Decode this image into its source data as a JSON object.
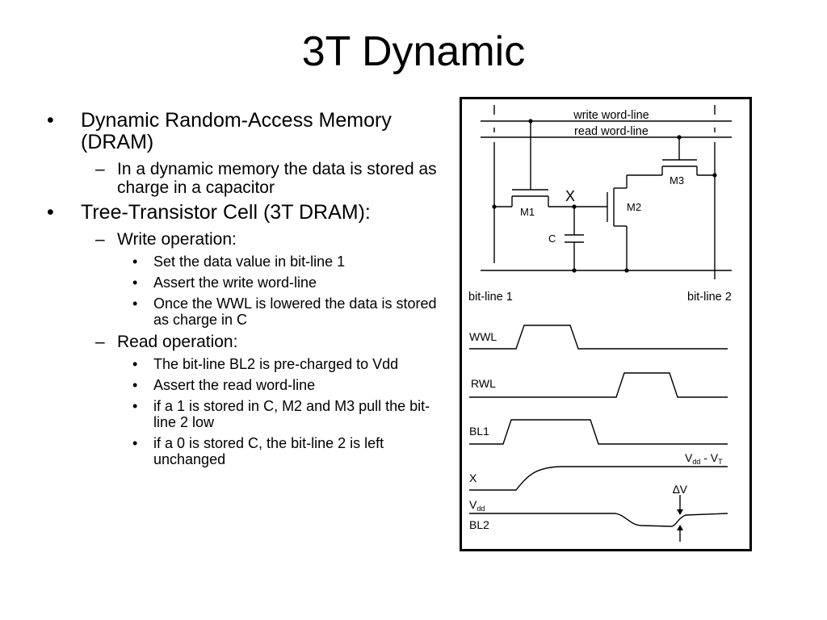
{
  "slide": {
    "title": "3T Dynamic",
    "bullet_glyph": "•",
    "dash_glyph": "–",
    "bullets": [
      {
        "level": 1,
        "text": "Dynamic Random-Access Memory (DRAM)"
      },
      {
        "level": 2,
        "text": "In a dynamic memory the data is stored as charge in a capacitor"
      },
      {
        "level": 1,
        "text": "Tree-Transistor Cell (3T DRAM):"
      },
      {
        "level": 2,
        "text": "Write operation:"
      },
      {
        "level": 3,
        "text": "Set the data value in bit-line 1"
      },
      {
        "level": 3,
        "text": "Assert the write word-line"
      },
      {
        "level": 3,
        "text": "Once the WWL is lowered the data is stored as charge in C"
      },
      {
        "level": 2,
        "text": "Read operation:"
      },
      {
        "level": 3,
        "text": "The bit-line BL2 is pre-charged to Vdd"
      },
      {
        "level": 3,
        "text": "Assert the read word-line"
      },
      {
        "level": 3,
        "text": "if a 1 is stored in C, M2 and M3 pull the bit-line 2 low"
      },
      {
        "level": 3,
        "text": "if a 0 is stored C, the bit-line 2 is left unchanged"
      }
    ]
  },
  "circuit": {
    "write_word_line": "write word-line",
    "read_word_line": "read word-line",
    "m1": "M1",
    "m2": "M2",
    "m3": "M3",
    "node_x": "X",
    "capacitor": "C",
    "bit_line_1": "bit-line 1",
    "bit_line_2": "bit-line 2"
  },
  "waveforms": {
    "wwl": "WWL",
    "rwl": "RWL",
    "bl1": "BL1",
    "x": "X",
    "bl2": "BL2",
    "vdd_main": "V",
    "vdd_sub": "dd",
    "vdd_minus": " - V",
    "vt_sub": "T",
    "delta": "∆",
    "delta_v": "V"
  }
}
